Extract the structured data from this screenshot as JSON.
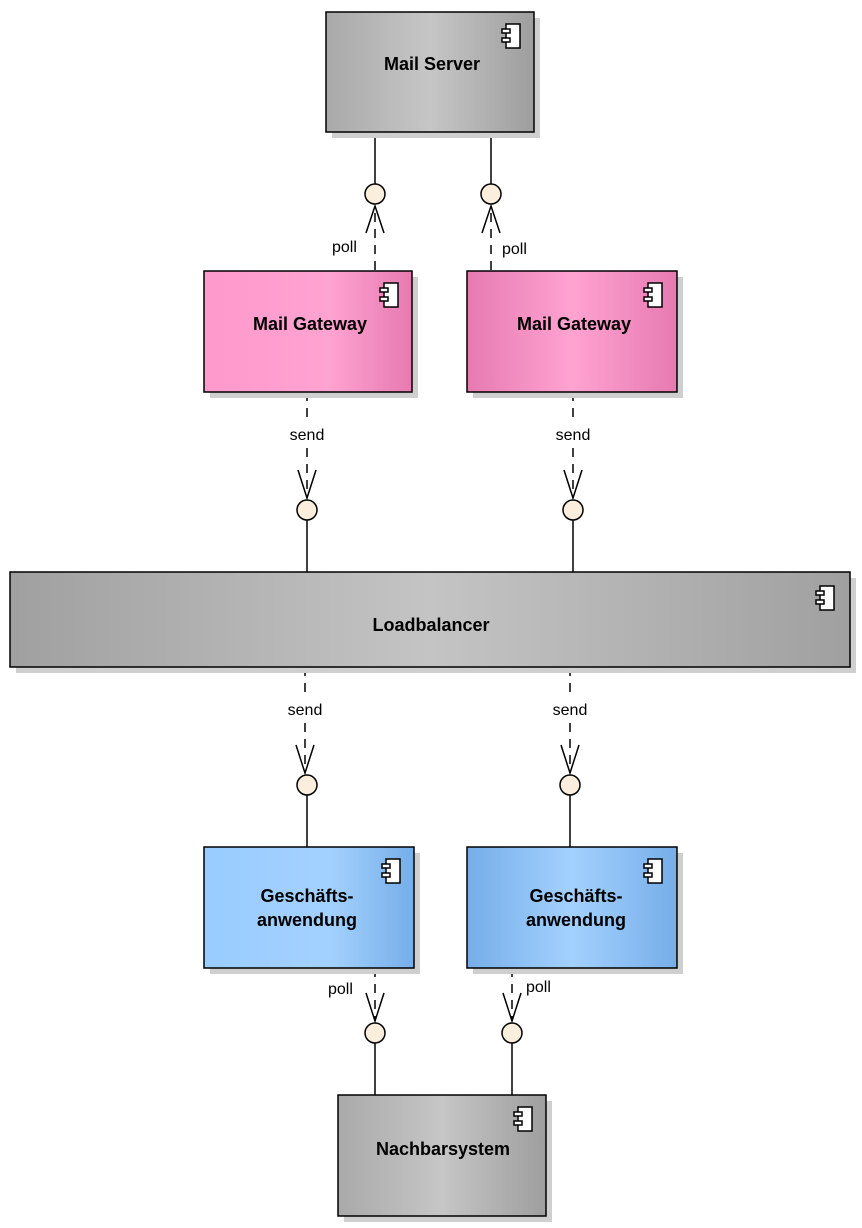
{
  "components": {
    "mail_server": {
      "name": "Mail Server"
    },
    "mail_gateway_1": {
      "name": "Mail Gateway"
    },
    "mail_gateway_2": {
      "name": "Mail Gateway"
    },
    "loadbalancer": {
      "name": "Loadbalancer"
    },
    "app_1": {
      "name_line1": "Geschäfts-",
      "name_line2": "anwendung"
    },
    "app_2": {
      "name_line1": "Geschäfts-",
      "name_line2": "anwendung"
    },
    "neighbor": {
      "name": "Nachbarsystem"
    }
  },
  "edges": {
    "gw1_to_server": "poll",
    "gw2_to_server": "poll",
    "gw1_to_lb": "send",
    "gw2_to_lb": "send",
    "lb_to_app1": "send",
    "lb_to_app2": "send",
    "app1_to_neighbor": "poll",
    "app2_to_neighbor": "poll"
  },
  "colors": {
    "gray_component": "#bdbdbd",
    "pink_component": "#ff99cc",
    "blue_component": "#99ccff",
    "interface_fill": "#fbeedd"
  }
}
